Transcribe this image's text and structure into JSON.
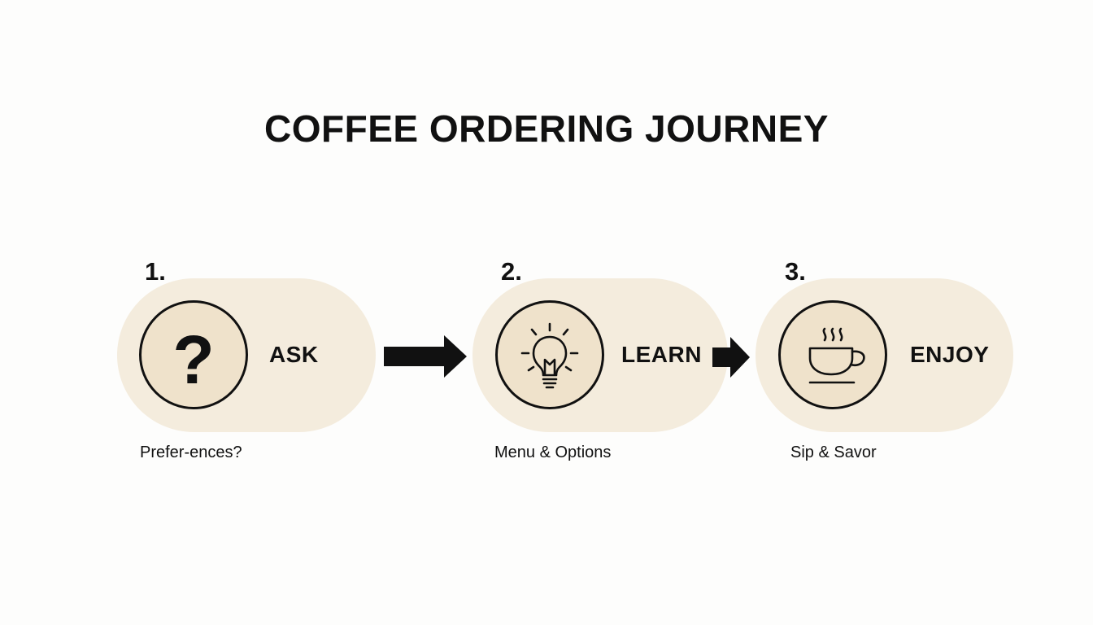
{
  "title": "COFFEE ORDERING JOURNEY",
  "steps": [
    {
      "number": "1.",
      "label": "ASK",
      "caption": "Prefer-ences?",
      "icon": "question-mark-icon"
    },
    {
      "number": "2.",
      "label": "LEARN",
      "caption": "Menu & Options",
      "icon": "lightbulb-icon"
    },
    {
      "number": "3.",
      "label": "ENJOY",
      "caption": "Sip & Savor",
      "icon": "coffee-cup-icon"
    }
  ],
  "colors": {
    "background": "#fdfdfc",
    "pill": "#f4ecdd",
    "icon_fill": "#efe2cb",
    "ink": "#111111"
  }
}
